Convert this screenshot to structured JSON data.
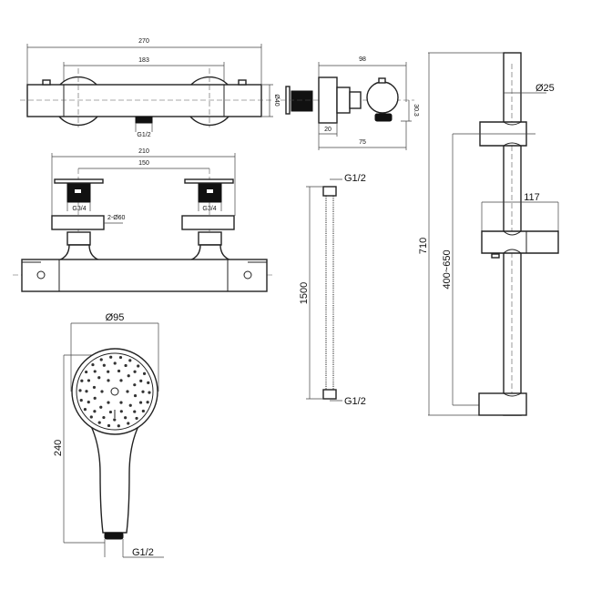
{
  "valve_top_view": {
    "overall_width": "270",
    "handle_spacing": "183",
    "body_diameter": "Ø40",
    "outlet_thread": "G1/2"
  },
  "valve_side_view": {
    "depth": "98",
    "flange_depth": "20",
    "outlet_offset": "75",
    "outlet_height": "30.3"
  },
  "valve_front_view": {
    "inlet_width": "210",
    "inlet_spacing": "150",
    "inlet_thread_left": "G3/4",
    "inlet_thread_right": "G3/4",
    "escutcheon": "2-Ø60"
  },
  "hose": {
    "length": "1500",
    "top_thread": "G1/2",
    "bottom_thread": "G1/2"
  },
  "rail": {
    "diameter": "Ø25",
    "holder_width": "117",
    "height": "710",
    "adjustable_range": "400~650"
  },
  "hand_shower": {
    "head_diameter": "Ø95",
    "length": "240",
    "thread": "G1/2"
  }
}
